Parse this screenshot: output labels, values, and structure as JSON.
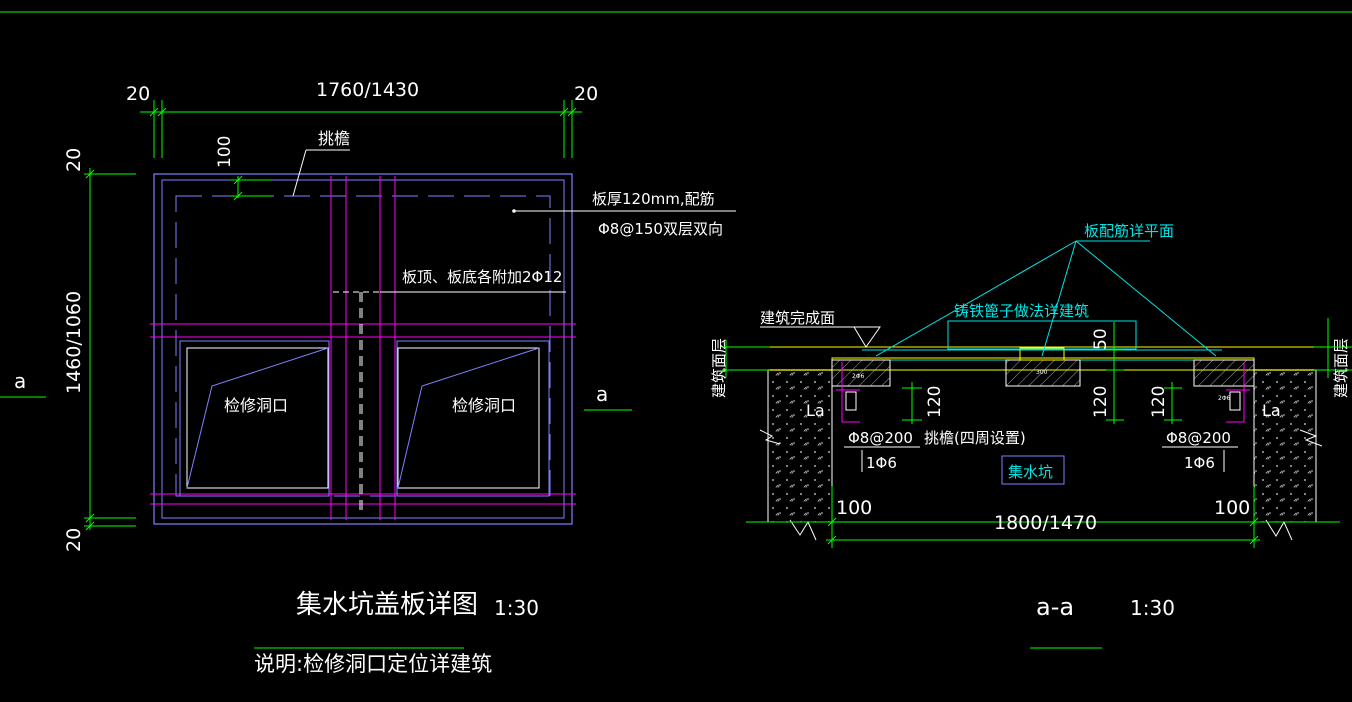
{
  "plan": {
    "dim_top_left": "20",
    "dim_top_mid": "1760/1430",
    "dim_top_right": "20",
    "dim_left_top": "20",
    "dim_left_mid": "1460/1060",
    "dim_left_bottom": "20",
    "dim_inner_100": "100",
    "label_eave": "挑檐",
    "note_thickness": "板厚120mm,配筋",
    "note_rebar": "Φ8@150双层双向",
    "note_extra": "板顶、板底各附加2Φ12",
    "opening_left": "检修洞口",
    "opening_right": "检修洞口",
    "section_mark_left": "a",
    "section_mark_right": "a",
    "title": "集水坑盖板详图",
    "scale": "1:30",
    "note": "说明:检修洞口定位详建筑"
  },
  "section": {
    "label_slab_plan": "板配筋详平面",
    "label_cover": "铸铁篦子做法详建筑",
    "label_finish": "建筑完成面",
    "label_floor_left": "建筑面层",
    "label_floor_right": "建筑面层",
    "dim_50": "50",
    "dim_120_left": "120",
    "dim_120_mid": "120",
    "dim_120_right": "120",
    "label_la_left": "La",
    "label_la_right": "La",
    "rebar_left": "Φ8@200",
    "rebar_right": "Φ8@200",
    "eave_note": "挑檐(四周设置)",
    "bar_left": "1Φ6",
    "bar_right": "1Φ6",
    "pit_label": "集水坑",
    "dim_100_left": "100",
    "dim_100_right": "100",
    "dim_width": "1800/1470",
    "small_lbl_1": "2Φ6",
    "small_lbl_2": "300",
    "small_lbl_3": "2Φ6",
    "title": "a-a",
    "scale": "1:30"
  },
  "colors": {
    "background": "#000000",
    "dimension": "#00ff00",
    "outline": "#8080ff",
    "rebar": "#ff00ff",
    "annotation": "#00ffff",
    "text": "#ffffff",
    "wall_fill": "#ffff00"
  }
}
